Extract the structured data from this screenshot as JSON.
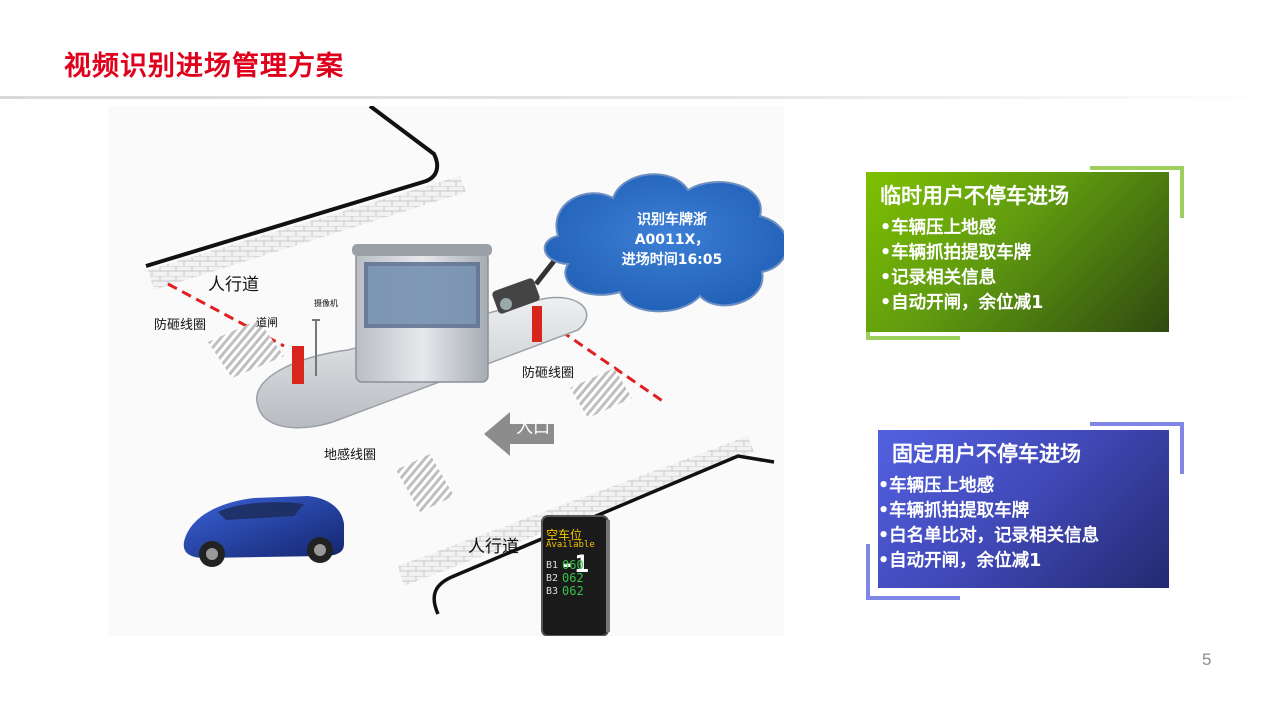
{
  "title": "视频识别进场管理方案",
  "diagram": {
    "labels": {
      "sidewalk_top": "人行道",
      "sidewalk_bottom": "人行道",
      "loop_left": "防砸线圈",
      "loop_right": "防砸线圈",
      "camera": "摄像机",
      "barrier": "道闸",
      "ground_loop": "地感线圈",
      "entrance": "入口"
    },
    "callout": {
      "line1": "识别车牌浙",
      "line2": "A0011X，",
      "line3": "进场时间16:05"
    },
    "space_sign": {
      "heading": "空车位",
      "subheading": "Available",
      "overlay": "-1",
      "rows": [
        {
          "level": "B1",
          "count": "060"
        },
        {
          "level": "B2",
          "count": "062"
        },
        {
          "level": "B3",
          "count": "062"
        }
      ]
    }
  },
  "panels": [
    {
      "title": "临时用户不停车进场",
      "bullets": [
        "•车辆压上地感",
        "•车辆抓拍提取车牌",
        "•记录相关信息",
        "•自动开闸，余位减1"
      ],
      "color": "#7cba00"
    },
    {
      "title": "固定用户不停车进场",
      "bullets": [
        "•车辆压上地感",
        "•车辆抓拍提取车牌",
        "•白名单比对，记录相关信息",
        "•自动开闸，余位减1"
      ],
      "color": "#4a55cf"
    }
  ],
  "page_number": "5"
}
